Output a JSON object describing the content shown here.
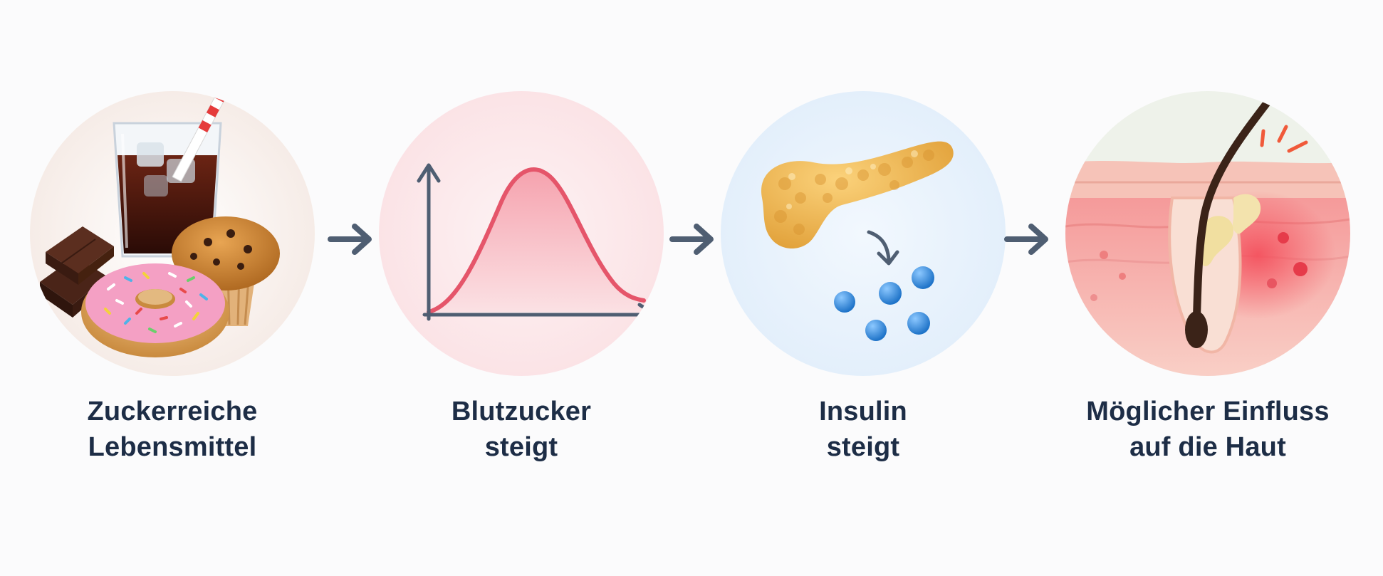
{
  "steps": [
    {
      "id": "food",
      "line1": "Zuckerreiche",
      "line2": "Lebensmittel"
    },
    {
      "id": "blood-sugar",
      "line1": "Blutzucker",
      "line2": "steigt"
    },
    {
      "id": "insulin",
      "line1": "Insulin",
      "line2": "steigt"
    },
    {
      "id": "skin",
      "line1": "Möglicher Einfluss",
      "line2": "auf die Haut"
    }
  ],
  "icons": [
    "soda-glass-icon",
    "chocolate-icon",
    "donut-icon",
    "muffin-icon",
    "curve-graph-icon",
    "pancreas-icon",
    "insulin-dots-icon",
    "skin-hair-follicle-icon"
  ],
  "colors": {
    "text": "#1d2d46",
    "arrow": "#4f5e72",
    "curve": "#e5556a",
    "insulin_blue": "#2a86e0",
    "pancreas": "#f2b64b"
  }
}
